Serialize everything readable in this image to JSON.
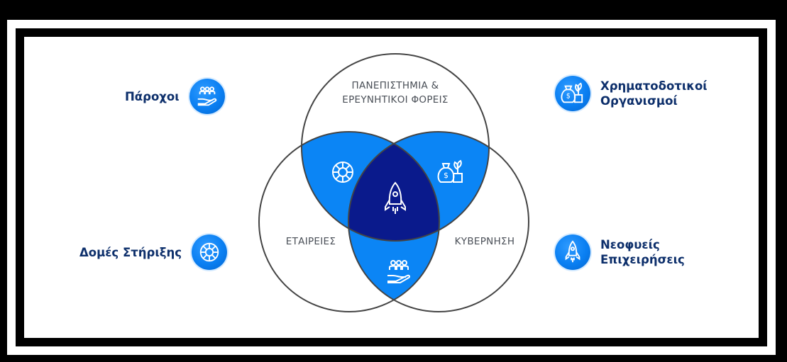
{
  "diagram": {
    "circles": {
      "top_label_line1": "ΠΑΝΕΠΙΣΤΗΜΙΑ &",
      "top_label_line2": "ΕΡΕΥΝΗΤΙΚΟΙ ΦΟΡΕΙΣ",
      "left_label": "ΕΤΑΙΡΕΙΕΣ",
      "right_label": "ΚΥΒΕΡΝΗΣΗ"
    },
    "colors": {
      "overlap": "#0b85f5",
      "center": "#0a1a8c",
      "outline": "#444444",
      "label_text": "#0d2f6b"
    },
    "icons": {
      "top_left_overlap": "support-wheel-icon",
      "top_right_overlap": "money-bag-plant-icon",
      "bottom_overlap": "hand-people-icon",
      "center": "rocket-icon"
    }
  },
  "side_items": {
    "providers": {
      "label": "Πάροχοι",
      "icon": "hand-people-icon"
    },
    "funders": {
      "label_line1": "Χρηματοδοτικοί",
      "label_line2": "Οργανισμοί",
      "icon": "money-bag-plant-icon"
    },
    "support": {
      "label": "Δομές Στήριξης",
      "icon": "support-wheel-icon"
    },
    "startups": {
      "label_line1": "Νεοφυείς",
      "label_line2": "Επιχειρήσεις",
      "icon": "rocket-icon"
    }
  }
}
